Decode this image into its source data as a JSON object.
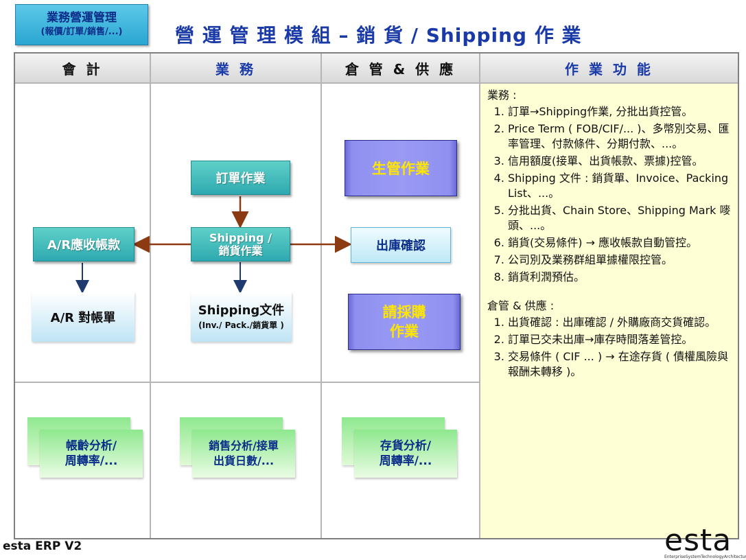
{
  "badge": {
    "line1": "業務營運管理",
    "line2": "(報價/訂單/銷售/...)"
  },
  "title": "營 運 管 理 模 組 – 銷 貨 / Shipping 作 業",
  "headers": [
    "會 計",
    "業 務",
    "倉 管 & 供 應",
    "作 業 功 能"
  ],
  "nodes": {
    "order": "訂單作業",
    "shipping_l1": "Shipping /",
    "shipping_l2": "銷貨作業",
    "ar": "A/R應收帳款",
    "outbound": "出庫確認",
    "production": "生管作業",
    "purchase_l1": "請採購",
    "purchase_l2": "作業",
    "ar_statement": "A/R 對帳單",
    "shipping_doc_l1": "Shipping文件",
    "shipping_doc_l2": "(Inv./ Pack./銷貨單 )",
    "aging_l1": "帳齡分析/",
    "aging_l2": "周轉率/...",
    "sales_l1": "銷售分析/接單",
    "sales_l2": "出貨日數/...",
    "stock_l1": "存貨分析/",
    "stock_l2": "周轉率/..."
  },
  "functions": {
    "sales_title": "業務 :",
    "sales_items": [
      "訂單→Shipping作業, 分批出貨控管。",
      "Price Term ( FOB/CIF/... )、多幣別交易、匯率管理、付款條件、分期付款、...。",
      "信用額度(接單、出貨帳款、票據)控管。",
      "Shipping 文件 : 銷貨單、Invoice、Packing List、...。",
      "分批出貨、Chain Store、Shipping Mark 嘜頭、...。",
      "銷貨(交易條件) → 應收帳款自動管控。",
      "公司別及業務群組單據權限控管。",
      "銷貨利潤預估。"
    ],
    "warehouse_title": "倉管 & 供應 :",
    "warehouse_items": [
      "出貨確認 : 出庫確認 / 外購廠商交貨確認。",
      "訂單已交未出庫→庫存時間落差管控。",
      "交易條件 ( CIF ... ) → 在途存貨 ( 債權風險與報酬未轉移 )。"
    ]
  },
  "footer": "esta ERP V2",
  "logo": {
    "word": "esta",
    "sub": "EnterpriseSystemTechnologyArchitecture"
  },
  "colors": {
    "title": "#1a3aa8",
    "arrow_brown": "#8b3a12",
    "arrow_navy": "#1f3a6e",
    "func_bg": "#ffffd6"
  }
}
